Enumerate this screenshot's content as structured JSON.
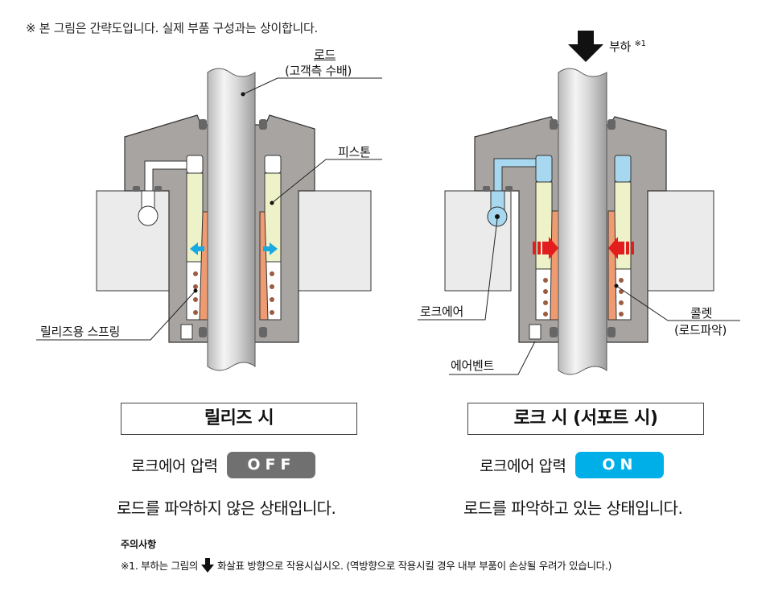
{
  "top_note": "※ 본 그림은 간략도입니다. 실제 부품 구성과는 상이합니다.",
  "colors": {
    "body_gray": "#a8a4a2",
    "block_light": "#ebebeb",
    "piston_yellow": "#eef2c8",
    "collet_orange": "#ef9b72",
    "lock_air_blue": "#a7d8ef",
    "off_badge": "#707070",
    "on_badge": "#00aee8",
    "release_arrow": "#18a9e3",
    "lock_arrow": "#e21d1d",
    "spring_brown": "#9b5c41"
  },
  "left_diagram": {
    "labels": {
      "rod_line1": "로드",
      "rod_line2": "(고객측 수배)",
      "piston": "피스톤",
      "release_spring": "릴리즈용 스프링"
    },
    "state_title": "릴리즈 시",
    "pressure_label": "로크에어 압력",
    "pressure_state": "OFF",
    "description": "로드를 파악하지 않은 상태입니다."
  },
  "right_diagram": {
    "load_label": "부하",
    "load_note_ref": "※1",
    "labels": {
      "lock_air": "로크에어",
      "collet_line1": "콜렛",
      "collet_line2": "(로드파악)",
      "air_vent": "에어벤트"
    },
    "state_title": "로크 시 (서포트 시)",
    "pressure_label": "로크에어 압력",
    "pressure_state": "ON",
    "description": "로드를 파악하고 있는 상태입니다."
  },
  "caution": {
    "title": "주의사항",
    "note_prefix": "※1. 부하는 그림의",
    "note_icon": "down-arrow-icon",
    "note_suffix": "화살표 방향으로 작용시십시오. (역방향으로 작용시킬 경우 내부 부품이 손상될 우려가 있습니다.)"
  }
}
